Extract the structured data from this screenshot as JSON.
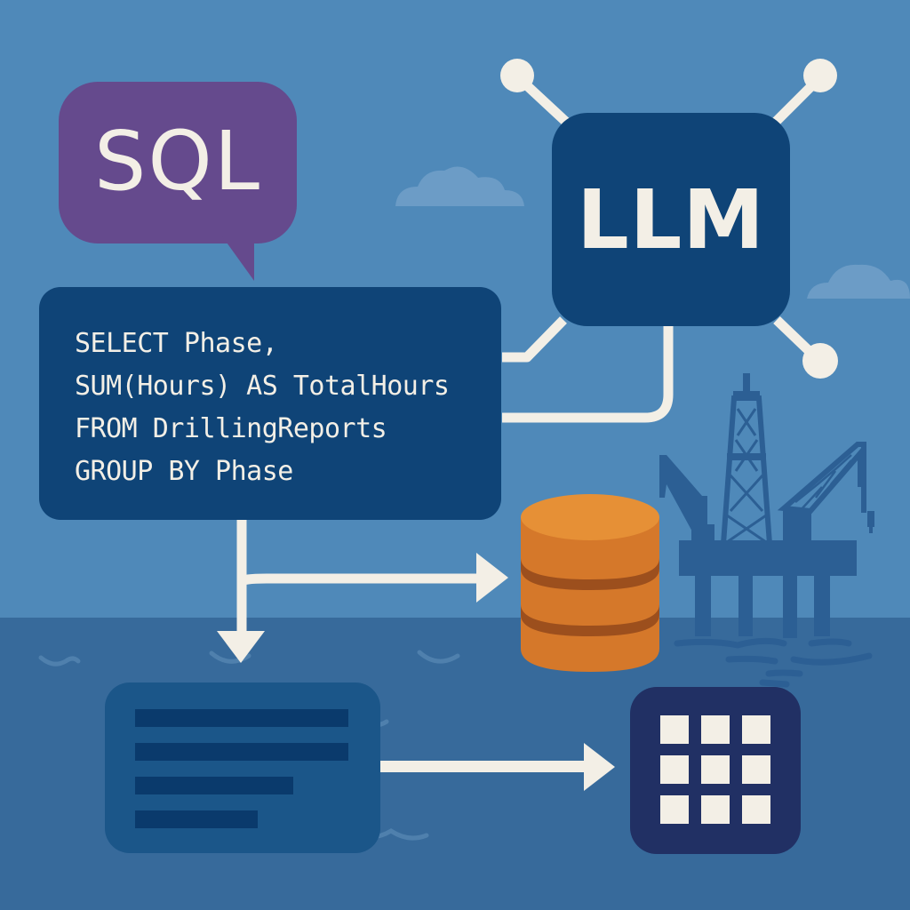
{
  "diagram": {
    "title_bubble": {
      "label": "SQL",
      "color": "#654a8d"
    },
    "llm_node": {
      "label": "LLM",
      "color": "#0f4477",
      "connector_count": 4
    },
    "sql_query": {
      "lines": [
        "SELECT Phase,",
        "SUM(Hours) AS TotalHours",
        "FROM DrillingReports",
        "GROUP BY Phase"
      ],
      "background": "#0f4477"
    },
    "database": {
      "icon": "database-cylinder-icon",
      "color": "#d5782a",
      "band_color": "#9c4f1d"
    },
    "document": {
      "icon": "document-lines-icon",
      "line_count": 4
    },
    "result_grid": {
      "icon": "table-grid-icon",
      "rows": 3,
      "cols": 3,
      "color": "#213064"
    },
    "scene": {
      "sky_color": "#4f89b9",
      "sea_color": "#376a9b",
      "structure": "offshore-oil-rig-icon",
      "accent_line_color": "#f3efe6"
    }
  }
}
